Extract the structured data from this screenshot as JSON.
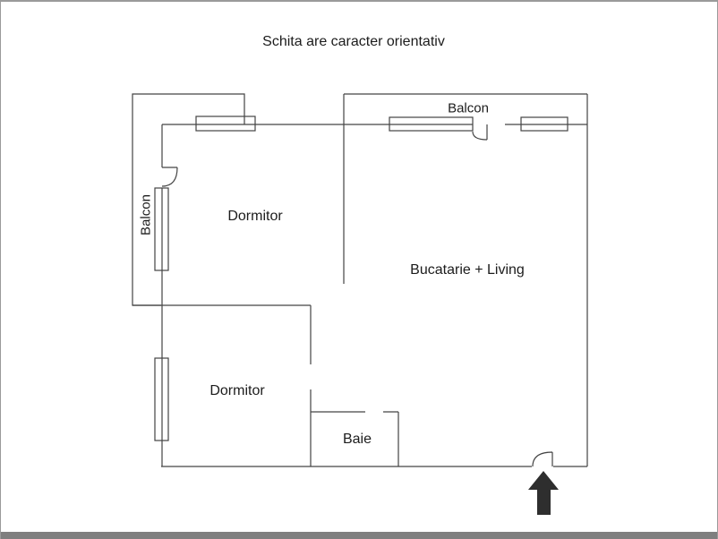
{
  "title": "Schita are caracter orientativ",
  "colors": {
    "line": "#444444",
    "text": "#1c1c1c",
    "frame_border": "#9a9a9a",
    "bottom_bar": "#7f7f7f",
    "arrow": "#2e2e2e"
  },
  "rooms": {
    "balcon_top": {
      "label": "Balcon"
    },
    "balcon_left": {
      "label": "Balcon"
    },
    "dormitor_top": {
      "label": "Dormitor"
    },
    "dormitor_bottom": {
      "label": "Dormitor"
    },
    "bucatarie_living": {
      "label": "Bucatarie + Living"
    },
    "baie": {
      "label": "Baie"
    }
  },
  "icons": {
    "entrance_arrow": "up-arrow"
  }
}
